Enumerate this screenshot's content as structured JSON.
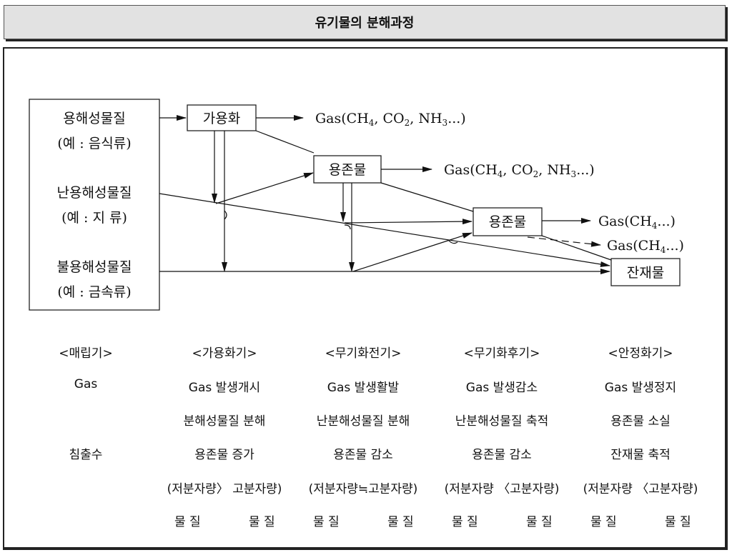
{
  "title": "유기물의 분해과정",
  "diagram": {
    "input_box": {
      "soluble": "용해성물질",
      "soluble_ex": "(예 : 음식류)",
      "insoluble_hard": "난용해성물질",
      "insoluble_hard_ex": "(예 : 지 류)",
      "insoluble": "불용해성물질",
      "insoluble_ex": "(예 : 금속류)"
    },
    "nodes": {
      "solubilization": "가용화",
      "dissolved1": "용존물",
      "dissolved2": "용존물",
      "residue": "잔재물"
    },
    "gas_labels": {
      "g1": {
        "pre": "Gas(CH",
        "s1": "4",
        "mid1": ", CO",
        "s2": "2",
        "mid2": ", NH",
        "s3": "3",
        "post": "...)"
      },
      "g2": {
        "pre": "Gas(CH",
        "s1": "4",
        "mid1": ", CO",
        "s2": "2",
        "mid2": ", NH",
        "s3": "3",
        "post": "...)"
      },
      "g3": {
        "pre": "Gas(CH",
        "s1": "4",
        "post": "...)"
      },
      "g4": {
        "pre": "Gas(CH",
        "s1": "4",
        "post": "...)"
      }
    }
  },
  "stages": [
    {
      "header": "<매립기>",
      "gas": "Gas",
      "process": "",
      "leachate": "침출수",
      "ratio": "",
      "ratio_left": "",
      "ratio_right": ""
    },
    {
      "header": "<가용화기>",
      "gas": "Gas 발생개시",
      "process": "분해성물질 분해",
      "leachate": "용존물 증가",
      "ratio": "(저분자량〉 고분자량)",
      "ratio_left": "물 질",
      "ratio_right": "물 질"
    },
    {
      "header": "<무기화전기>",
      "gas": "Gas 발생활발",
      "process": "난분해성물질 분해",
      "leachate": "용존물 감소",
      "ratio": "(저분자량≒고분자량)",
      "ratio_left": "물 질",
      "ratio_right": "물 질"
    },
    {
      "header": "<무기화후기>",
      "gas": "Gas 발생감소",
      "process": "난분해성물질 축적",
      "leachate": "용존물 감소",
      "ratio": "(저분자량 〈고분자량)",
      "ratio_left": "물 질",
      "ratio_right": "물 질"
    },
    {
      "header": "<안정화기>",
      "gas": "Gas 발생정지",
      "process": "용존물 소실",
      "leachate": "잔재물 축적",
      "ratio": "(저분자량 〈고분자량)",
      "ratio_left": "물 질",
      "ratio_right": "물 질"
    }
  ]
}
